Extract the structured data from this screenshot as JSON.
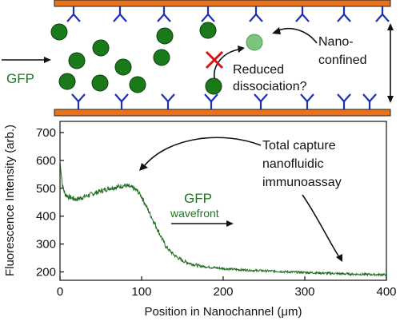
{
  "colors": {
    "wall": "#e8731c",
    "wall_edge": "#222222",
    "antibody": "#1f2fb3",
    "gfp": "#1a7a1a",
    "gfp_edge": "#0c3d0c",
    "gfp_unbound": "#7cc47c",
    "signal_line": "#1f6b1f",
    "red_x": "#dd1111",
    "label_green": "#1a7a1a",
    "text": "#111111"
  },
  "labels": {
    "gfp_inlet": "GFP",
    "nano_confined_line1": "Nano-",
    "nano_confined_line2": "confined",
    "reduced_line1": "Reduced",
    "reduced_line2": "dissociation?",
    "total_line1": "Total capture",
    "total_line2": "nanofluidic",
    "total_line3": "immunoassay",
    "wavefront_line1": "GFP",
    "wavefront_line2": "wavefront"
  },
  "icons": {
    "antibody": "y-shaped-antibody-icon",
    "gfp_molecule": "green-circle-icon",
    "blocked_path": "red-x-icon"
  },
  "chart_data": {
    "type": "line",
    "xlabel": "Position in Nanochannel (μm)",
    "ylabel": "Fluorescence Intensity (arb.)",
    "xlim": [
      0,
      400
    ],
    "ylim": [
      170,
      740
    ],
    "x_ticks": [
      0,
      100,
      200,
      300,
      400
    ],
    "y_ticks": [
      200,
      300,
      400,
      500,
      600,
      700
    ],
    "grid": false,
    "series": [
      {
        "x": [
          0,
          3,
          6,
          10,
          15,
          20,
          30,
          40,
          50,
          60,
          70,
          80,
          90,
          95,
          100,
          105,
          110,
          115,
          120,
          125,
          130,
          140,
          150,
          160,
          170,
          180,
          200,
          220,
          240,
          260,
          280,
          300,
          320,
          340,
          360,
          380,
          400
        ],
        "y": [
          600,
          510,
          480,
          470,
          465,
          460,
          470,
          480,
          490,
          500,
          505,
          510,
          500,
          490,
          470,
          440,
          410,
          380,
          350,
          320,
          290,
          260,
          240,
          230,
          222,
          218,
          212,
          208,
          205,
          203,
          200,
          198,
          196,
          194,
          192,
          191,
          190
        ]
      }
    ]
  }
}
